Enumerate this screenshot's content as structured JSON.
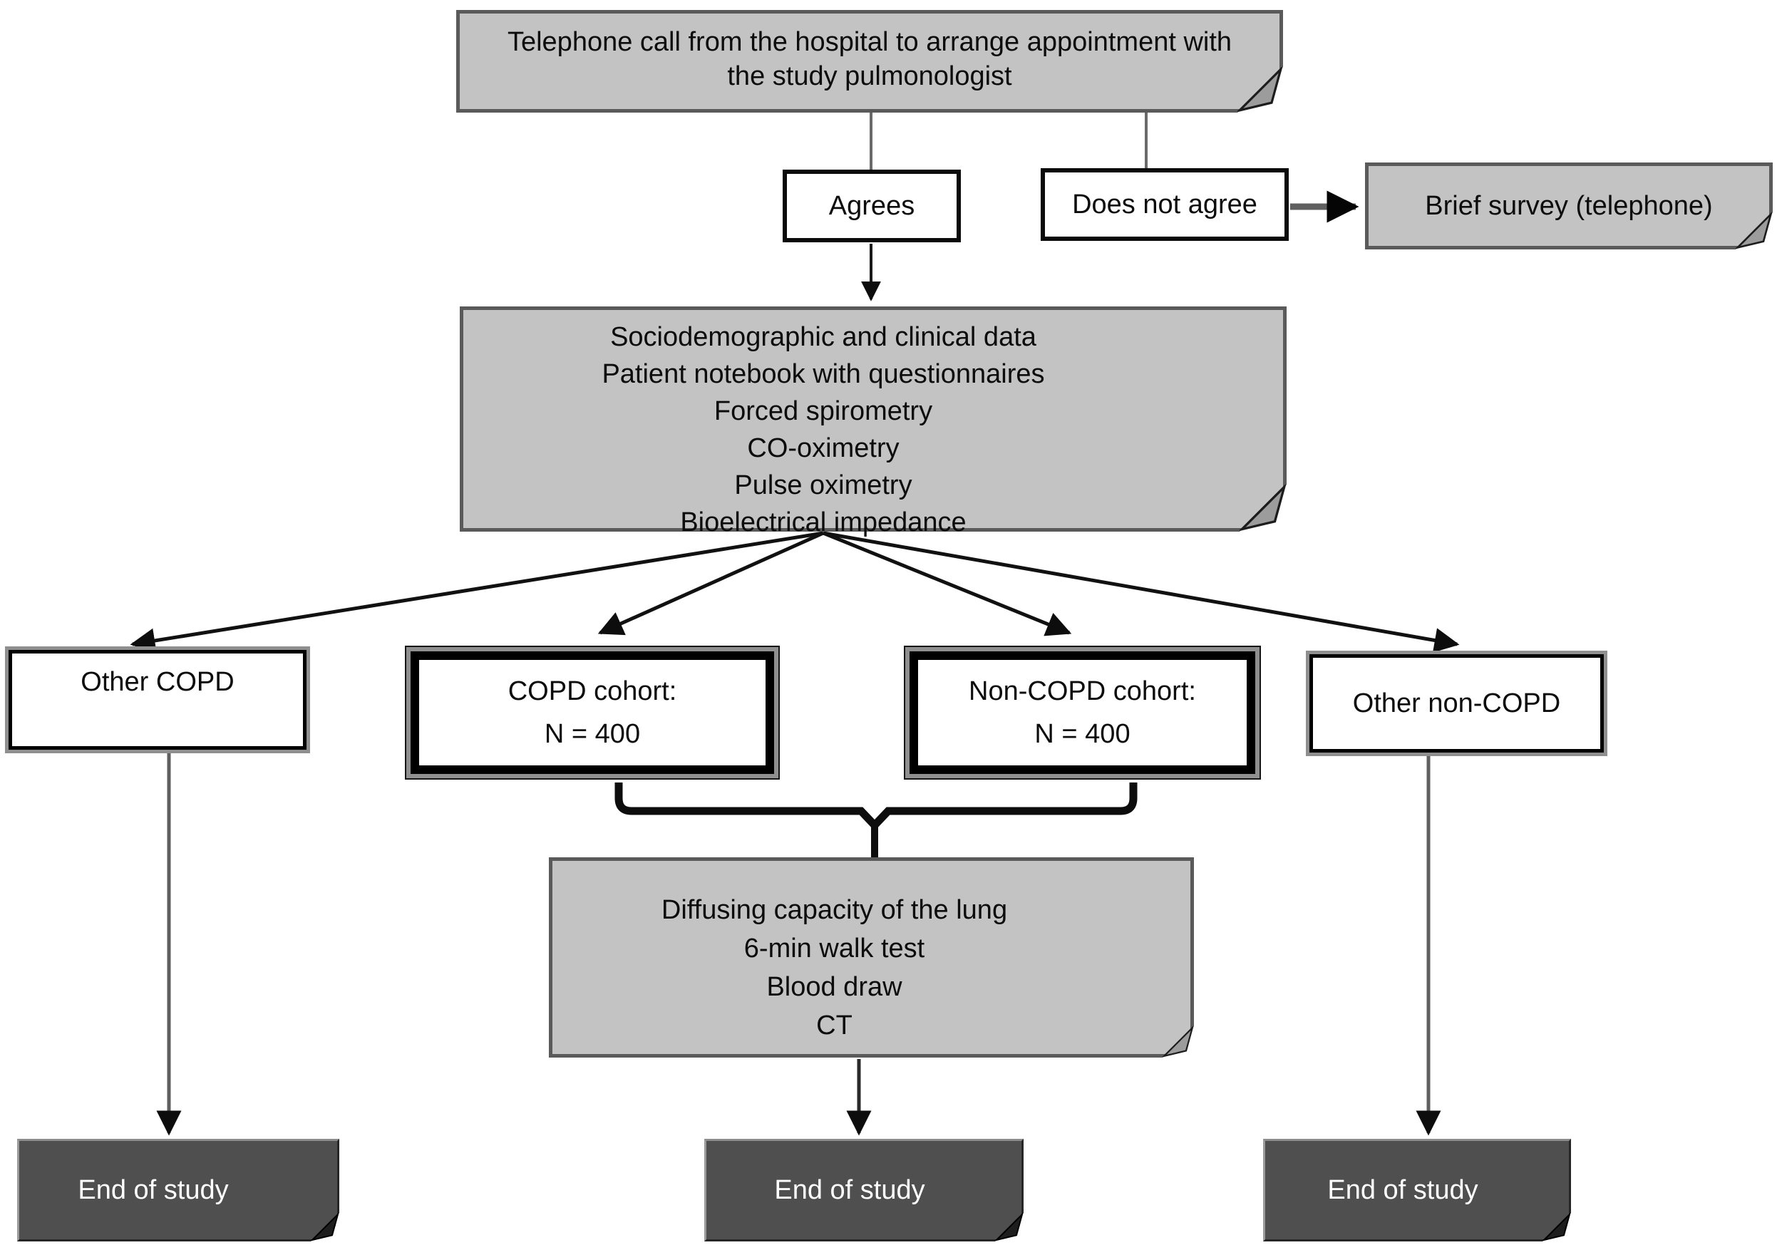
{
  "boxes": {
    "telephone_call": {
      "line1": "Telephone call from the hospital to arrange appointment with",
      "line2": "the study pulmonologist"
    },
    "agrees": {
      "label": "Agrees"
    },
    "does_not_agree": {
      "label": "Does not agree"
    },
    "brief_survey": {
      "label": "Brief survey (telephone)"
    },
    "baseline_assessments": {
      "items": [
        "Sociodemographic and clinical data",
        "Patient notebook with questionnaires",
        "Forced spirometry",
        "CO-oximetry",
        "Pulse oximetry",
        "Bioelectrical impedance"
      ]
    },
    "other_copd": {
      "label": "Other COPD"
    },
    "copd_cohort": {
      "line1": "COPD cohort:",
      "line2": "N = 400"
    },
    "non_copd_cohort": {
      "line1": "Non-COPD cohort:",
      "line2": "N = 400"
    },
    "other_non_copd": {
      "label": "Other non-COPD"
    },
    "followup_tests": {
      "items": [
        "Diffusing capacity of the lung",
        "6-min walk test",
        "Blood draw",
        "CT"
      ]
    },
    "end_of_study_left": {
      "label": "End of study"
    },
    "end_of_study_middle": {
      "label": "End of study"
    },
    "end_of_study_right": {
      "label": "End of study"
    }
  },
  "colors": {
    "note_fill": "#c3c3c3",
    "note_border": "#5a5a5a",
    "box_border": "#0b0b0b",
    "cohort_frame": "#000000",
    "end_fill": "#4f4f4f",
    "end_text": "#ffffff",
    "connector_gray": "#5f5f5f",
    "arrow_black": "#0d0d0d",
    "background": "#ffffff"
  }
}
